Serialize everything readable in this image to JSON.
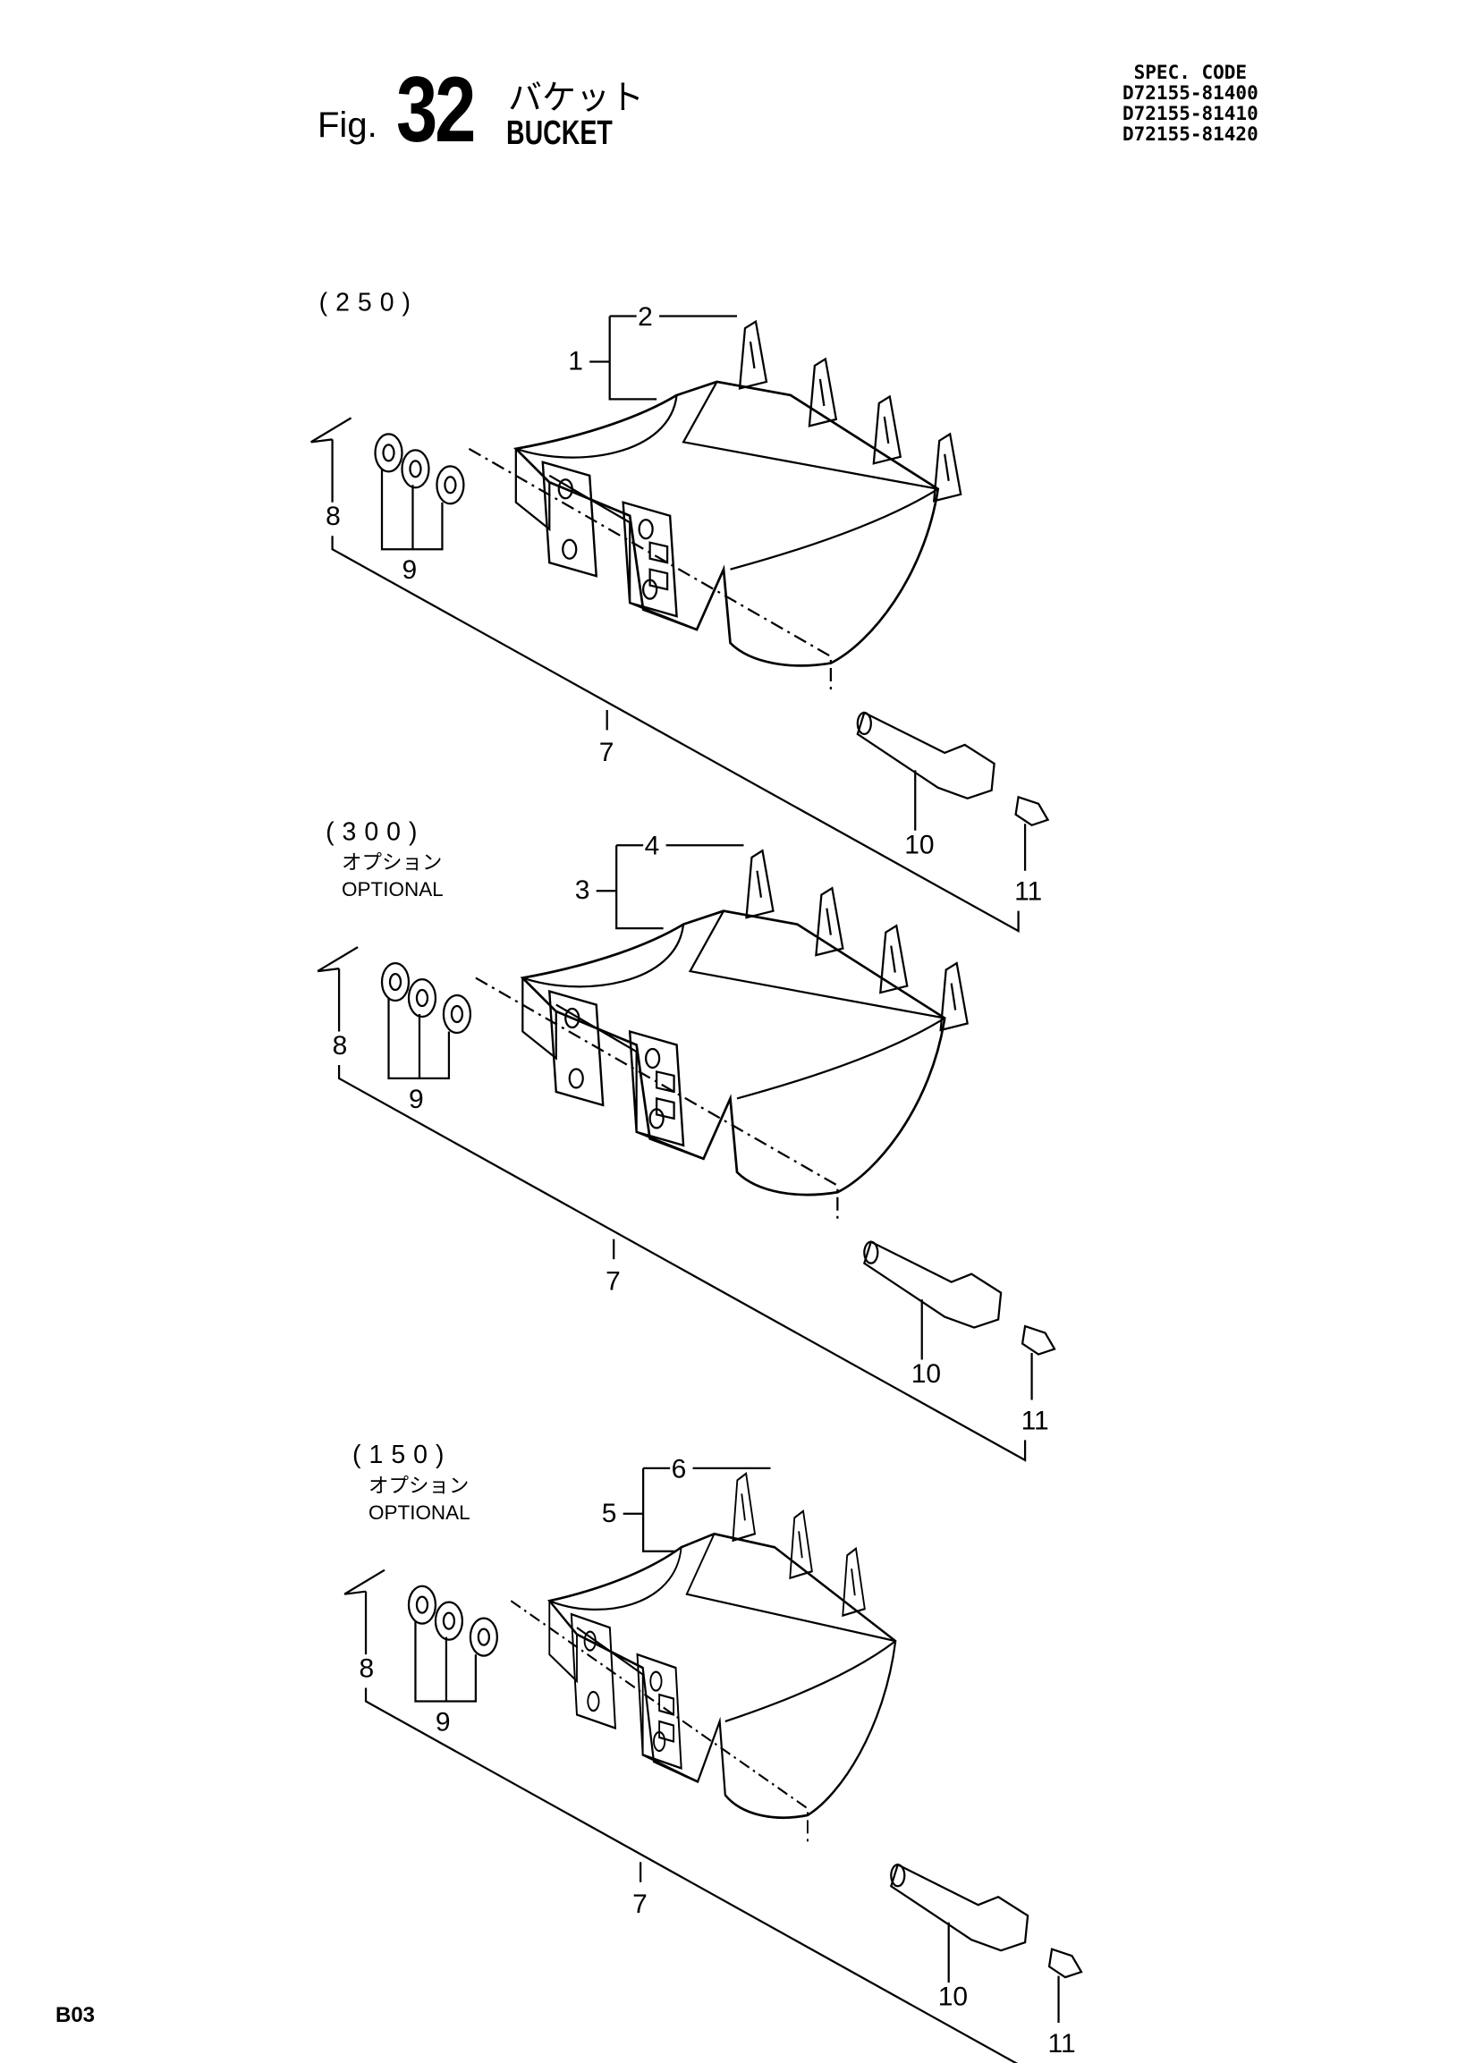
{
  "header": {
    "fig_prefix": "Fig.",
    "fig_number": "32",
    "title_jp": "バケット",
    "title_en": "BUCKET"
  },
  "spec": {
    "label": "SPEC. CODE",
    "codes": [
      "D72155-81400",
      "D72155-81410",
      "D72155-81420"
    ]
  },
  "groups": [
    {
      "size": "(250)",
      "optional_jp": "",
      "optional_en": "",
      "assembly": "1",
      "tooth": "2",
      "teeth_count": 4,
      "parts": {
        "pin_long": "7",
        "cotter": "8",
        "washers": "9",
        "pin": "10",
        "fitting": "11"
      }
    },
    {
      "size": "(300)",
      "optional_jp": "オプション",
      "optional_en": "OPTIONAL",
      "assembly": "3",
      "tooth": "4",
      "teeth_count": 4,
      "parts": {
        "pin_long": "7",
        "cotter": "8",
        "washers": "9",
        "pin": "10",
        "fitting": "11"
      }
    },
    {
      "size": "(150)",
      "optional_jp": "オプション",
      "optional_en": "OPTIONAL",
      "assembly": "5",
      "tooth": "6",
      "teeth_count": 3,
      "parts": {
        "pin_long": "7",
        "cotter": "8",
        "washers": "9",
        "pin": "10",
        "fitting": "11"
      }
    }
  ],
  "page_code": "B03"
}
